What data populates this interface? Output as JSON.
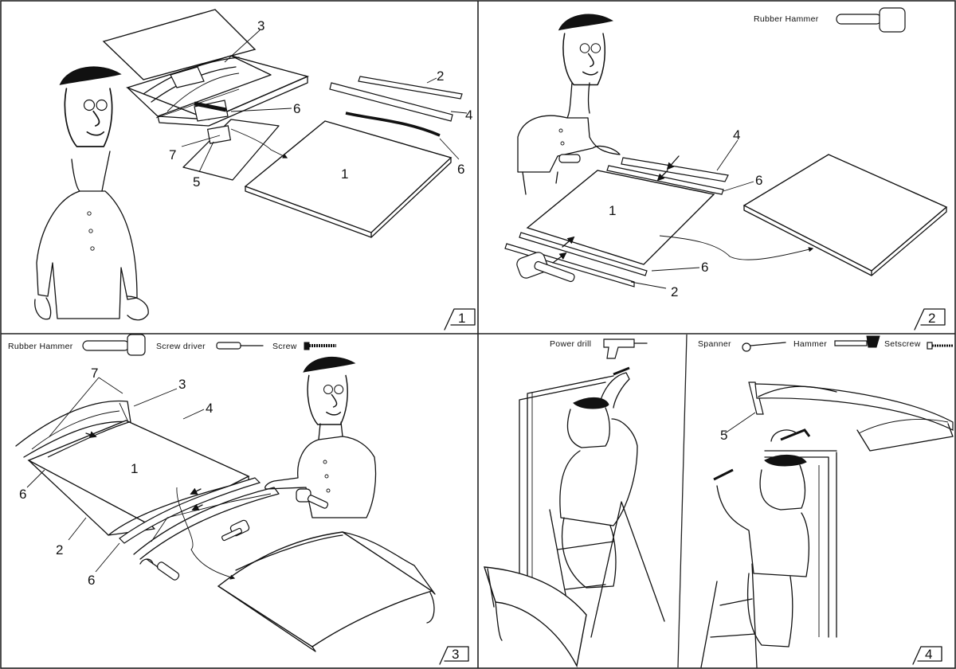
{
  "panels": [
    {
      "number": "1",
      "part_labels": [
        "1",
        "2",
        "3",
        "4",
        "5",
        "6",
        "6",
        "7"
      ]
    },
    {
      "number": "2",
      "tools": [
        "Rubber Hammer"
      ],
      "part_labels": [
        "1",
        "2",
        "4",
        "6",
        "6"
      ]
    },
    {
      "number": "3",
      "tools": [
        "Rubber Hammer",
        "Screw driver",
        "Screw"
      ],
      "part_labels": [
        "1",
        "2",
        "3",
        "4",
        "6",
        "6",
        "7"
      ]
    },
    {
      "number": "4",
      "tools": [
        "Power drill",
        "Spanner",
        "Hammer",
        "Setscrew"
      ],
      "part_labels": [
        "5"
      ]
    }
  ]
}
